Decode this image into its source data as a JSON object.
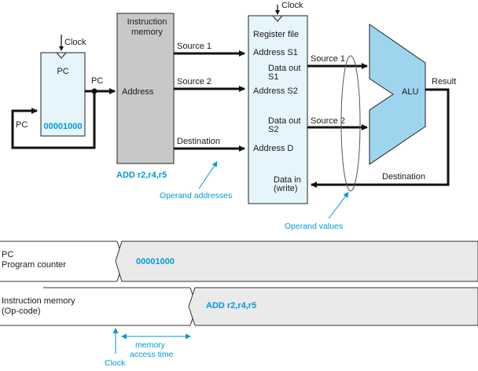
{
  "pc": {
    "clock_label": "Clock",
    "box_label": "PC",
    "value": "00001000",
    "output_label": "PC",
    "feedback_label": "PC"
  },
  "instruction_memory": {
    "title_line1": "Instruction",
    "title_line2": "memory",
    "address_label": "Address",
    "opcode": "ADD r2,r4,r5"
  },
  "wires": {
    "source1": "Source 1",
    "source2": "Source 2",
    "destination": "Destination",
    "alu_source1": "Source 1",
    "alu_source2": "Source 2",
    "result": "Result",
    "alu_destination": "Destination"
  },
  "register_file": {
    "clock_label": "Clock",
    "title": "Register file",
    "address_s1": "Address S1",
    "data_out_s1_line1": "Data out",
    "data_out_s1_line2": "S1",
    "address_s2": "Address S2",
    "data_out_s2_line1": "Data out",
    "data_out_s2_line2": "S2",
    "address_d": "Address D",
    "data_in_line1": "Data in",
    "data_in_line2": "(write)"
  },
  "alu": {
    "label": "ALU"
  },
  "annotations": {
    "operand_addresses": "Operand addresses",
    "operand_values": "Operand values"
  },
  "timing": {
    "pc_label_line1": "PC",
    "pc_label_line2": "Program counter",
    "pc_value": "00001000",
    "imem_label_line1": "Instruction memory",
    "imem_label_line2": "(Op-code)",
    "imem_value": "ADD r2,r4,r5",
    "memory_access_line1": "memory",
    "memory_access_line2": "access time",
    "clock_label": "Clock"
  },
  "colors": {
    "accent_blue": "#0099d8",
    "light_blue_fill": "#e6f4fb",
    "alu_fill": "#9fd4ef",
    "memory_gray": "#c8c8c8",
    "timing_gray": "#eaeaea"
  }
}
